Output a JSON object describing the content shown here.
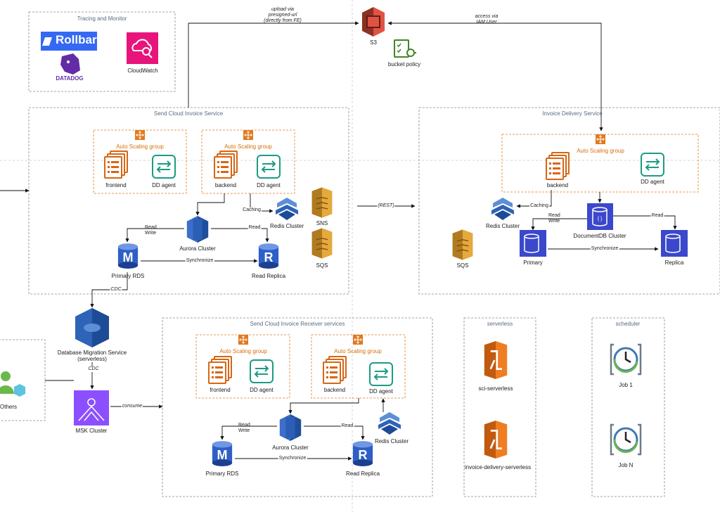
{
  "groups": {
    "tracing": "Tracing and Monitor",
    "send_cloud": "Send Cloud Invoice Service",
    "invoice_delivery": "Invoice Delivery Service",
    "receiver": "Send Cloud Invoice Receiver services",
    "serverless": "serverless",
    "scheduler": "scheduler",
    "auto_scaling": "Auto Scaling group"
  },
  "logos": {
    "rollbar": "Rollbar",
    "datadog": "DATADOG",
    "cloudwatch": "CloudWatch"
  },
  "nodes": {
    "s3": "S3",
    "bucket_policy": "bucket policy",
    "frontend": "frontend",
    "backend": "backend",
    "dd_agent": "DD agent",
    "aurora": "Aurora Cluster",
    "redis": "Redis Cluster",
    "sns": "SNS",
    "sqs": "SQS",
    "primary_rds": "Primary RDS",
    "read_replica": "Read Replica",
    "documentdb": "DocumentDB Cluster",
    "primary": "Primary",
    "replica": "Replica",
    "dms_line1": "Database Migration Service",
    "dms_line2": "(serverless)",
    "msk": "MSK Cluster",
    "others": "Others",
    "sci_serverless": "sci-serverless",
    "delivery_serverless": "invoice-delivery-serverless",
    "job1": "Job 1",
    "jobn": "Job N"
  },
  "edges": {
    "upload_1": "upload via",
    "upload_2": "presigned-url",
    "upload_3": "(directly from FE)",
    "access_1": "access via",
    "access_2": "IAM User",
    "rest": "(REST)",
    "caching": "Caching",
    "read": "Read",
    "write": "Write",
    "synchronize": "Synchronize",
    "cdc": "CDC",
    "consume": "consume"
  },
  "colors": {
    "orange": "#d86613",
    "orange_light": "#f58536",
    "blue_dark": "#2e27ad",
    "blue_db": "#3b48cc",
    "teal": "#1a9c83",
    "purple": "#8c4fff",
    "s3_red": "#e05243",
    "sns_gold": "#d9a741",
    "clock_blue": "#3f7ab3",
    "rollbar_blue": "#3569f3",
    "datadog_purple": "#632ca6",
    "cloudwatch_pink": "#e7157b",
    "green_policy": "#3f8624"
  }
}
